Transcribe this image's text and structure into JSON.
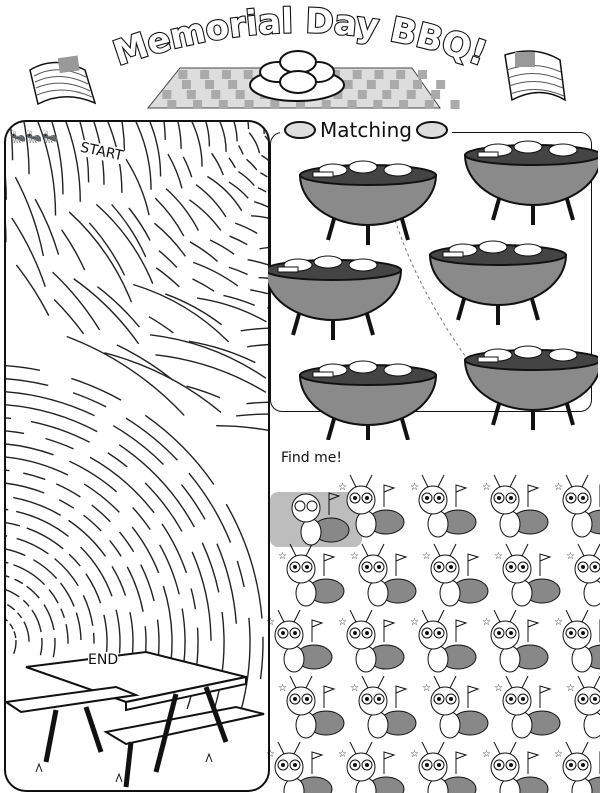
{
  "header": {
    "title": "Memorial Day BBQ!"
  },
  "maze": {
    "start_label": "START",
    "end_label": "END"
  },
  "matching": {
    "title": "Matching",
    "grill_count": 6
  },
  "find_me": {
    "title": "Find me!"
  },
  "colors": {
    "ink": "#111111",
    "panel_gray": "#bdbdbd",
    "grill_gray": "#8a8a8a",
    "checker": "#c8c8c8"
  }
}
